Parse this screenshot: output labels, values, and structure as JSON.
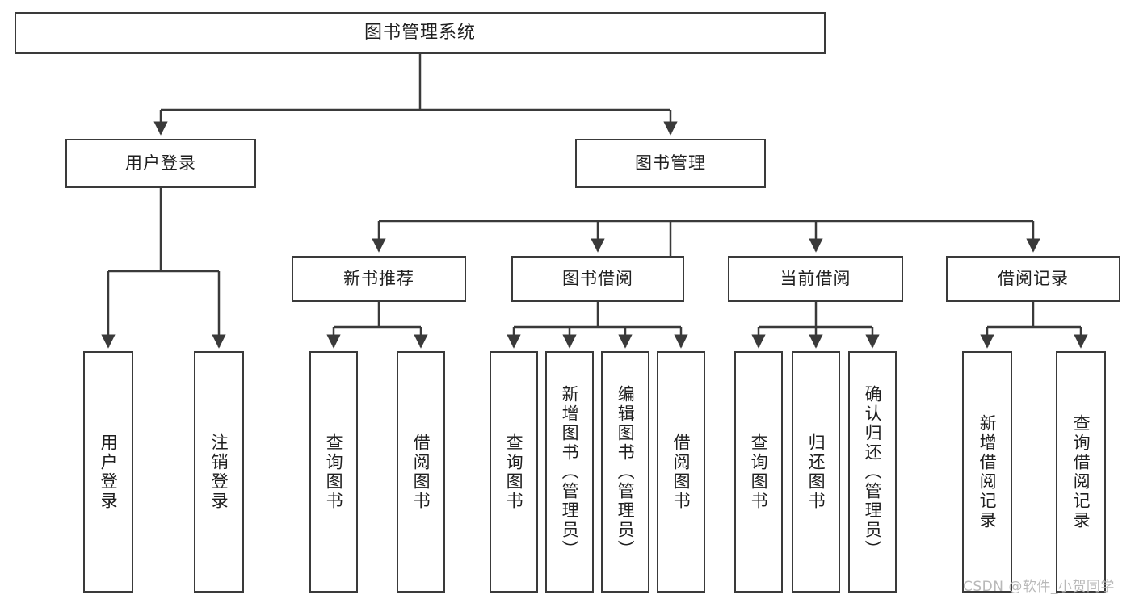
{
  "diagram": {
    "title": "图书管理系统",
    "watermark": "CSDN @软件_小贺同学",
    "style": {
      "box_border_color": "#3a3a3a",
      "box_fill": "#ffffff",
      "connector_color": "#3a3a3a",
      "text_color": "#1f1f1f"
    },
    "levels": {
      "root": {
        "label": "图书管理系统"
      },
      "level2": [
        {
          "label": "用户登录"
        },
        {
          "label": "图书管理"
        }
      ],
      "level3": [
        {
          "label": "新书推荐"
        },
        {
          "label": "图书借阅"
        },
        {
          "label": "当前借阅"
        },
        {
          "label": "借阅记录"
        }
      ],
      "leaves": {
        "user_login": [
          {
            "label": "用户登录"
          },
          {
            "label": "注销登录"
          }
        ],
        "new_book_recommend": [
          {
            "label": "查询图书"
          },
          {
            "label": "借阅图书"
          }
        ],
        "book_borrow": [
          {
            "label": "查询图书"
          },
          {
            "label": "新增图书（管理员）"
          },
          {
            "label": "编辑图书（管理员）"
          },
          {
            "label": "借阅图书"
          }
        ],
        "current_borrow": [
          {
            "label": "查询图书"
          },
          {
            "label": "归还图书"
          },
          {
            "label": "确认归还（管理员）"
          }
        ],
        "borrow_record": [
          {
            "label": "新增借阅记录"
          },
          {
            "label": "查询借阅记录"
          }
        ]
      }
    }
  }
}
